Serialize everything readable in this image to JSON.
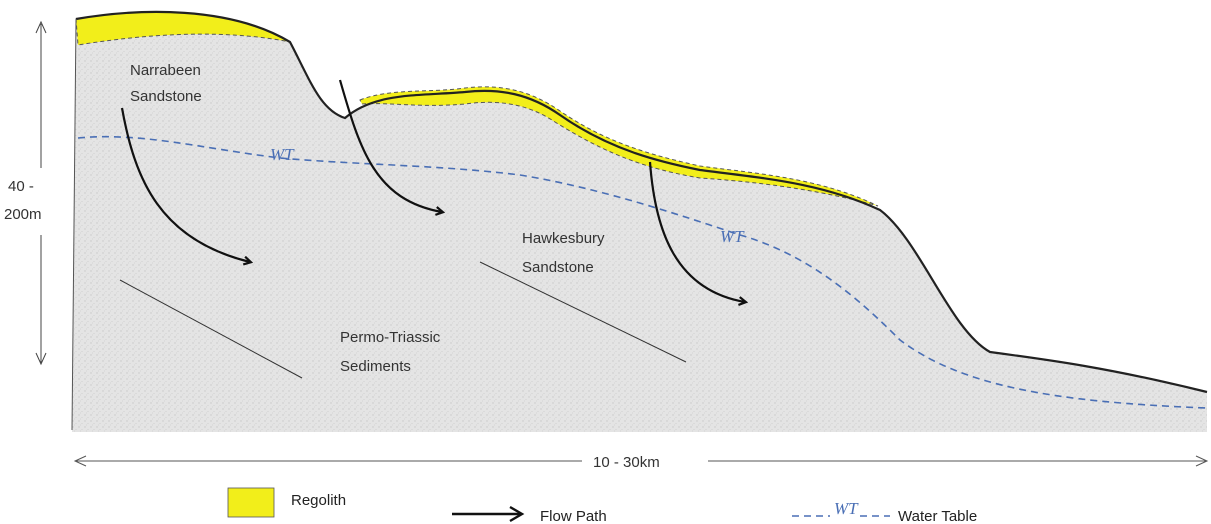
{
  "labels": {
    "narrabeen_line1": "Narrabeen",
    "narrabeen_line2": "Sandstone",
    "hawkesbury_line1": "Hawkesbury",
    "hawkesbury_line2": "Sandstone",
    "permo_line1": "Permo-Triassic",
    "permo_line2": "Sediments",
    "wt_1": "WT",
    "wt_2": "WT",
    "height_line1": "40 -",
    "height_line2": "200m",
    "width": "10 - 30km"
  },
  "legend": {
    "regolith": "Regolith",
    "flow_path": "Flow Path",
    "wt_symbol": "WT",
    "water_table": "Water Table"
  },
  "colors": {
    "regolith": "#f2ee1a",
    "rock": "#e3e3e3",
    "water_table": "#4a6fb5",
    "outline": "#222222"
  }
}
